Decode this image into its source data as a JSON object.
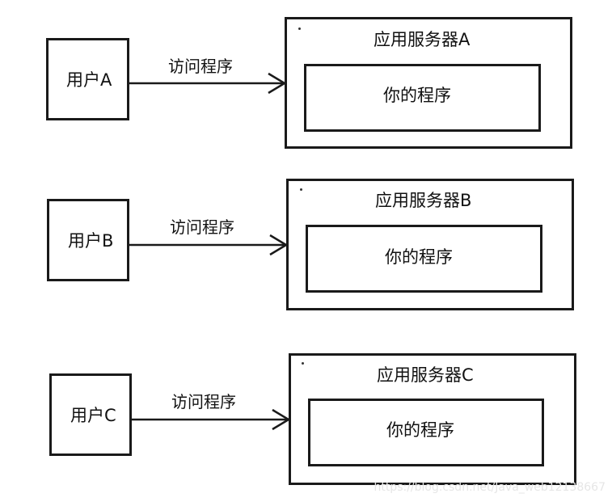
{
  "rows": [
    {
      "user_label": "用户A",
      "arrow_label": "访问程序",
      "server_label": "应用服务器A",
      "program_label": "你的程序"
    },
    {
      "user_label": "用户B",
      "arrow_label": "访问程序",
      "server_label": "应用服务器B",
      "program_label": "你的程序"
    },
    {
      "user_label": "用户C",
      "arrow_label": "访问程序",
      "server_label": "应用服务器C",
      "program_label": "你的程序"
    }
  ],
  "watermark": "https://blog.csdn.net/Java_web12138667"
}
